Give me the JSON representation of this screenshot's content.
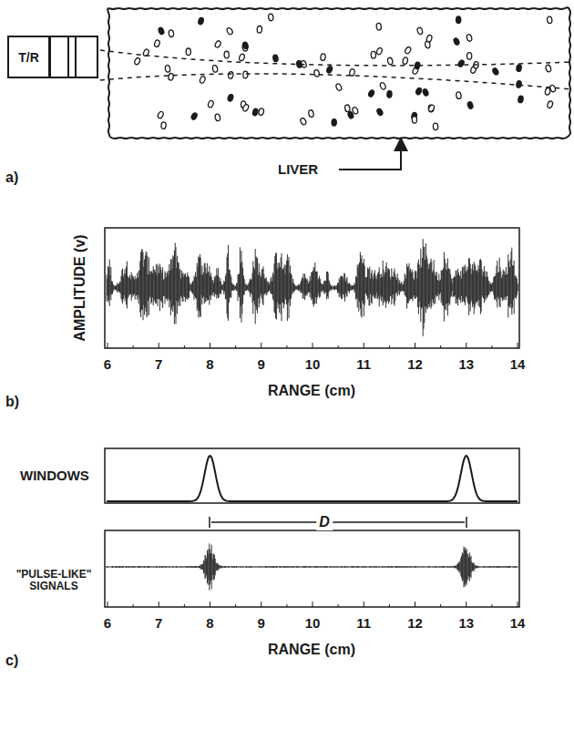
{
  "diagram": {
    "nodes": [
      {
        "text": [
          "T/R"
        ]
      }
    ],
    "labels": [
      "a)",
      "LIVER",
      "AMPLITUDE (v)",
      "6",
      "7",
      "8",
      "9",
      "10",
      "11",
      "12",
      "13",
      "14",
      "RANGE (cm)",
      "b)",
      "WINDOWS",
      "D",
      "\"PULSE-LIKE\" SIGNALS",
      "6",
      "7",
      "8",
      "9",
      "10",
      "11",
      "12",
      "13",
      "14",
      "RANGE (cm)",
      "c)"
    ]
  }
}
